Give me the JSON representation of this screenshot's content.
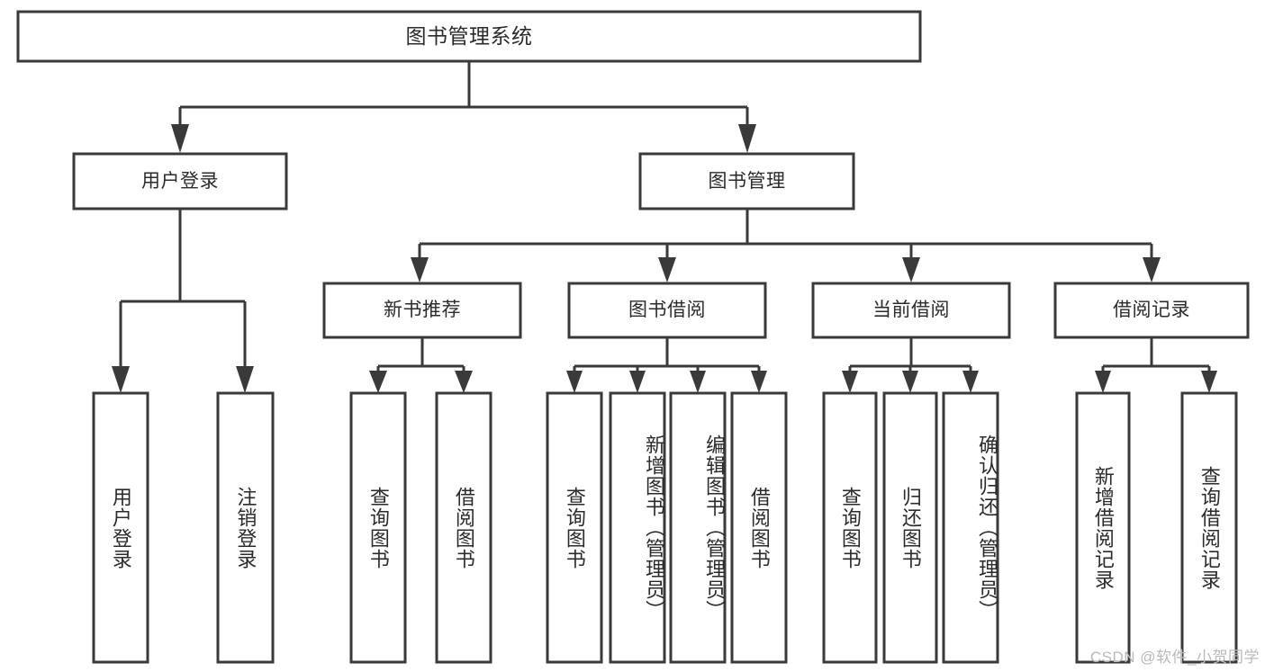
{
  "diagram": {
    "title": "图书管理系统",
    "type": "hierarchy-tree",
    "watermark": "CSDN @软件_小贺同学",
    "colors": {
      "stroke": "#3a3a3a",
      "box_fill": "#ffffff",
      "text": "#2b2b2b",
      "background": "#ffffff",
      "watermark": "#b9b9b9"
    },
    "nodes": {
      "root": {
        "label": "图书管理系统"
      },
      "level1": [
        {
          "id": "user-login",
          "label": "用户登录"
        },
        {
          "id": "book-management",
          "label": "图书管理"
        }
      ],
      "level2": [
        {
          "id": "new-book-recommend",
          "label": "新书推荐"
        },
        {
          "id": "book-borrow",
          "label": "图书借阅"
        },
        {
          "id": "current-borrow",
          "label": "当前借阅"
        },
        {
          "id": "borrow-record",
          "label": "借阅记录"
        }
      ],
      "leaves": {
        "user-login": [
          {
            "id": "leaf-user-login",
            "label": "用户登录"
          },
          {
            "id": "leaf-user-logout",
            "label": "注销登录"
          }
        ],
        "new-book-recommend": [
          {
            "id": "leaf-query-book-1",
            "label": "查询图书"
          },
          {
            "id": "leaf-borrow-book-1",
            "label": "借阅图书"
          }
        ],
        "book-borrow": [
          {
            "id": "leaf-query-book-2",
            "label": "查询图书"
          },
          {
            "id": "leaf-add-book",
            "label": "新增图书（管理员）"
          },
          {
            "id": "leaf-edit-book",
            "label": "编辑图书（管理员）"
          },
          {
            "id": "leaf-borrow-book-2",
            "label": "借阅图书"
          }
        ],
        "current-borrow": [
          {
            "id": "leaf-query-book-3",
            "label": "查询图书"
          },
          {
            "id": "leaf-return-book",
            "label": "归还图书"
          },
          {
            "id": "leaf-confirm-return",
            "label": "确认归还（管理员）"
          }
        ],
        "borrow-record": [
          {
            "id": "leaf-add-record",
            "label": "新增借阅记录"
          },
          {
            "id": "leaf-query-record",
            "label": "查询借阅记录"
          }
        ]
      }
    }
  }
}
